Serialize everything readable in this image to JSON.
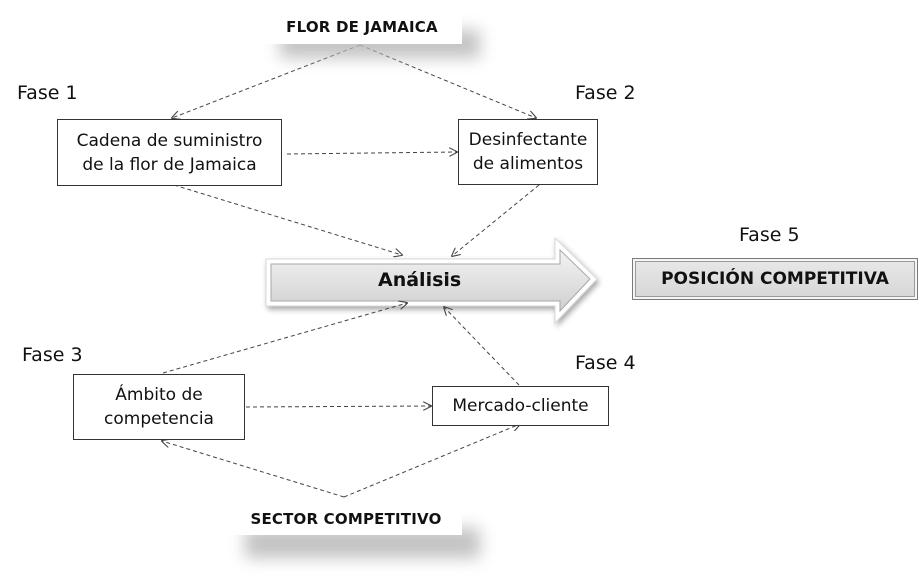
{
  "title": "Modelo de análisis de posición competitiva",
  "sources": {
    "top": {
      "label": "FLOR DE JAMAICA"
    },
    "bottom": {
      "label": "SECTOR COMPETITIVO"
    }
  },
  "phases": [
    {
      "id": "fase1",
      "label": "Fase 1",
      "lines": [
        "Cadena de suministro",
        "de la flor de Jamaica"
      ]
    },
    {
      "id": "fase2",
      "label": "Fase 2",
      "lines": [
        "Desinfectante",
        "de alimentos"
      ]
    },
    {
      "id": "fase3",
      "label": "Fase 3",
      "lines": [
        "Ámbito de",
        "competencia"
      ]
    },
    {
      "id": "fase4",
      "label": "Fase 4",
      "lines": [
        "Mercado-cliente"
      ]
    },
    {
      "id": "fase5",
      "label": "Fase 5",
      "lines": [
        "POSICIÓN COMPETITIVA"
      ]
    }
  ],
  "analysis": {
    "label": "Análisis"
  },
  "connectors": [
    {
      "from": "FLOR DE JAMAICA",
      "to": "Fase 1",
      "style": "dashed"
    },
    {
      "from": "FLOR DE JAMAICA",
      "to": "Fase 2",
      "style": "dashed"
    },
    {
      "from": "Fase 1",
      "to": "Fase 2",
      "style": "dashed"
    },
    {
      "from": "Fase 1",
      "to": "Análisis",
      "style": "dashed"
    },
    {
      "from": "Fase 2",
      "to": "Análisis",
      "style": "dashed"
    },
    {
      "from": "Fase 3",
      "to": "Análisis",
      "style": "dashed"
    },
    {
      "from": "Fase 4",
      "to": "Análisis",
      "style": "dashed"
    },
    {
      "from": "Fase 3",
      "to": "Fase 4",
      "style": "dashed"
    },
    {
      "from": "SECTOR COMPETITIVO",
      "to": "Fase 3",
      "style": "dashed"
    },
    {
      "from": "SECTOR COMPETITIVO",
      "to": "Fase 4",
      "style": "dashed"
    },
    {
      "from": "Análisis",
      "to": "Fase 5",
      "style": "block-arrow"
    }
  ],
  "colors": {
    "line": "#444444",
    "arrow_fill": "#dcdcdc",
    "result_fill": "#dedede"
  }
}
